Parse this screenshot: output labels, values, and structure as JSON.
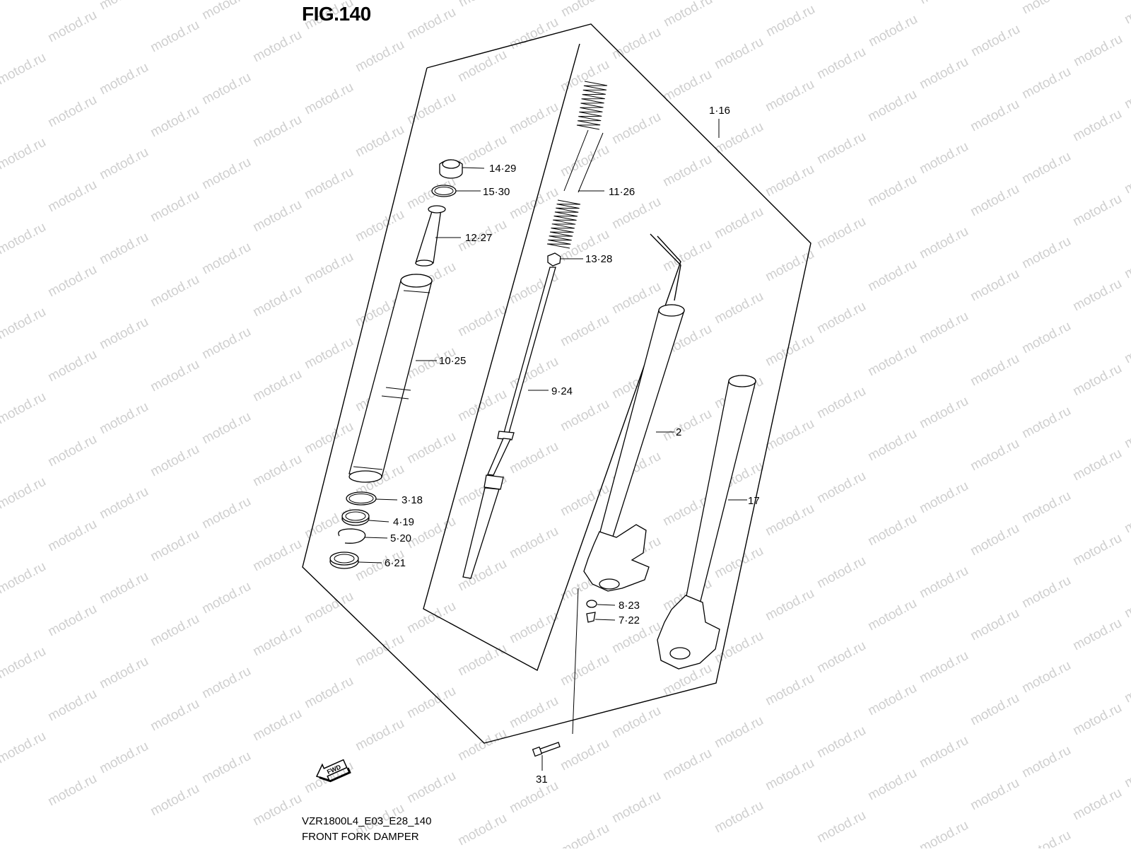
{
  "figure": {
    "title": "FIG.140",
    "model_code": "VZR1800L4_E03_E28_140",
    "name": "FRONT FORK DAMPER",
    "watermark": "motod.ru",
    "fwd_label": "FWD"
  },
  "callouts": [
    {
      "id": "c-1-16",
      "text": "1·16"
    },
    {
      "id": "c-14-29",
      "text": "14·29"
    },
    {
      "id": "c-15-30",
      "text": "15·30"
    },
    {
      "id": "c-11-26",
      "text": "11·26"
    },
    {
      "id": "c-12-27",
      "text": "12·27"
    },
    {
      "id": "c-13-28",
      "text": "13·28"
    },
    {
      "id": "c-10-25",
      "text": "10·25"
    },
    {
      "id": "c-9-24",
      "text": "9·24"
    },
    {
      "id": "c-2",
      "text": "2"
    },
    {
      "id": "c-3-18",
      "text": "3·18"
    },
    {
      "id": "c-17",
      "text": "17"
    },
    {
      "id": "c-4-19",
      "text": "4·19"
    },
    {
      "id": "c-5-20",
      "text": "5·20"
    },
    {
      "id": "c-6-21",
      "text": "6·21"
    },
    {
      "id": "c-8-23",
      "text": "8·23"
    },
    {
      "id": "c-7-22",
      "text": "7·22"
    },
    {
      "id": "c-31",
      "text": "31"
    }
  ]
}
